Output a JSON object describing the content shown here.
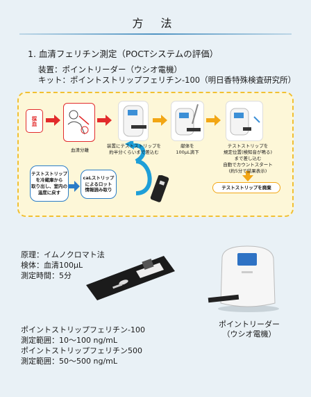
{
  "page": {
    "title": "方 法",
    "section_heading": "1. 血清フェリチン測定（POCTシステムの評価）",
    "device_line": "装置：ポイントリーダー（ウシオ電機）",
    "kit_line": "キット：ポイントストリップフェリチン-100（明日香特殊検査研究所）"
  },
  "flow": {
    "start_label": "採血",
    "steps": [
      {
        "caption": "血清分離"
      },
      {
        "caption": "装置にテストストリップを\n約半分くらいまで差込む"
      },
      {
        "caption": "献体を\n100μL滴下"
      },
      {
        "caption": "テストストリップを\n規定位置(検知音が鳴る)\nまで差し込む\n自動でカウントスタート\n(約5分で結果表示)"
      }
    ],
    "prep_box": "テストストリップ\nを冷蔵庫から\n取り出し、室内の\n温度に戻す",
    "cal_box": "caLストリップ\nによるロット\n情報読み取り",
    "discard_box": "テストストリップを廃棄"
  },
  "info": {
    "principle": "原理：イムノクロマト法",
    "specimen": "検体：血清100μL",
    "time": "測定時間：5分",
    "kit1": "ポイントストリップフェリチン-100",
    "range1": "測定範囲：10〜100 ng/mL",
    "kit2": "ポイントストリップフェリチン500",
    "range2": "測定範囲：50〜500 ng/mL"
  },
  "device": {
    "label": "ポイントリーダー\n（ウシオ電機）"
  },
  "colors": {
    "red": "#e22b2b",
    "blue": "#2a7cc7",
    "orange": "#f2a614",
    "cyan": "#1e9fd8"
  }
}
